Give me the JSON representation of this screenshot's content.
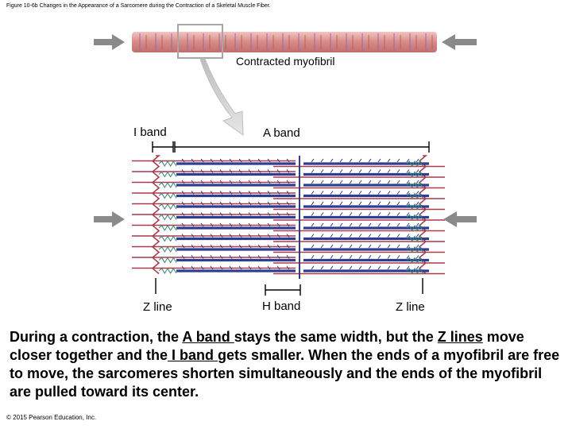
{
  "figure_title": "Figure 10-6b Changes in the Appearance of a Sarcomere during the Contraction of a Skeletal Muscle Fiber.",
  "labels": {
    "contracted_myofibril": "Contracted myofibril",
    "i_band": "I band",
    "a_band": "A band",
    "z_line_left": "Z line",
    "h_band": "H band",
    "z_line_right": "Z line"
  },
  "caption": {
    "p1": "During a contraction, the ",
    "a_band": "A band ",
    "p2": "stays the same width, but the ",
    "z_lines": "Z lines",
    "p3": " move closer together and the",
    "i_band": " I band ",
    "p4": "gets smaller. When the ends of a myofibril are free to move, the sarcomeres shorten simultaneously and the ends of the myofibril are pulled toward its center."
  },
  "copyright": "© 2015 Pearson Education, Inc.",
  "colors": {
    "thick_filament": "#2e3d8f",
    "thin_filament": "#a83a4a",
    "titin": "#3a8a7a",
    "myofibril": "#d98a86",
    "arrow": "#8a8a8a"
  }
}
